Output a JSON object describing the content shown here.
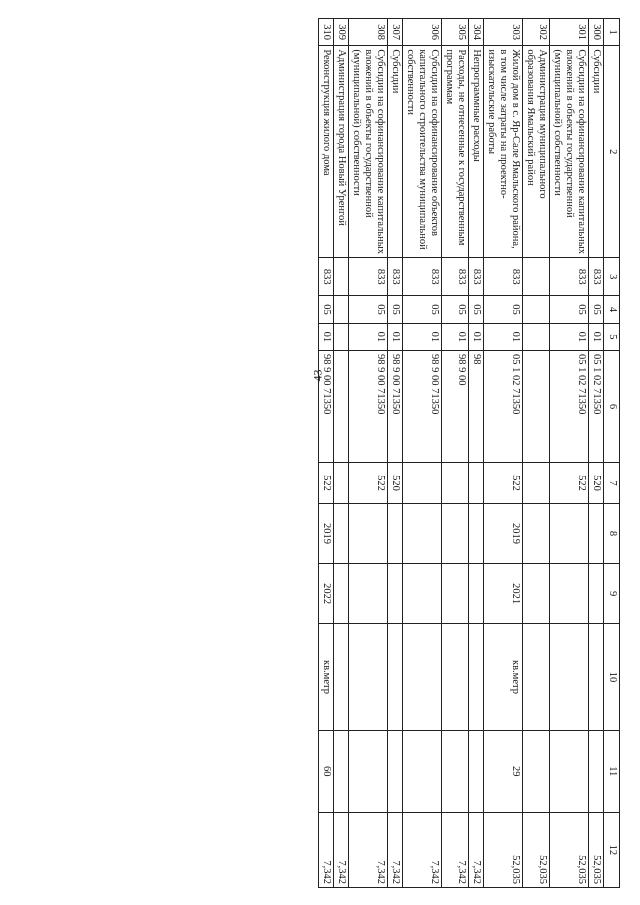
{
  "page": {
    "number": "43"
  },
  "table": {
    "headers": [
      "1",
      "2",
      "3",
      "4",
      "5",
      "6",
      "7",
      "8",
      "9",
      "10",
      "11",
      "12"
    ],
    "rows": [
      {
        "n": "300",
        "name": "Субсидии",
        "grbs": "833",
        "rz": "05",
        "pr": "01",
        "csr": "05 1 02 71350",
        "vr": "520",
        "year_start": "",
        "year_end": "",
        "unit": "",
        "power": "",
        "sum": "52,035"
      },
      {
        "n": "301",
        "name": "Субсидии на софинансирование капитальных вложений в объекты государственной (муниципальной) собственности",
        "grbs": "833",
        "rz": "05",
        "pr": "01",
        "csr": "05 1 02 71350",
        "vr": "522",
        "year_start": "",
        "year_end": "",
        "unit": "",
        "power": "",
        "sum": "52,035"
      },
      {
        "n": "302",
        "name": "Администрация муниципального образования Ямальский район",
        "grbs": "",
        "rz": "",
        "pr": "",
        "csr": "",
        "vr": "",
        "year_start": "",
        "year_end": "",
        "unit": "",
        "power": "",
        "sum": "52,035"
      },
      {
        "n": "303",
        "name": "Жилой дом в с. Яр-Сале Ямальского района, в том числе затраты на проектно-изыскательские работы",
        "grbs": "833",
        "rz": "05",
        "pr": "01",
        "csr": "05 1 02 71350",
        "vr": "522",
        "year_start": "2019",
        "year_end": "2021",
        "unit": "кв.метр",
        "power": "29",
        "sum": "52,035"
      },
      {
        "n": "304",
        "name": "Непрограммные расходы",
        "grbs": "833",
        "rz": "05",
        "pr": "01",
        "csr": "98",
        "vr": "",
        "year_start": "",
        "year_end": "",
        "unit": "",
        "power": "",
        "sum": "7,342"
      },
      {
        "n": "305",
        "name": "Расходы, не отнесенные к государственным программам",
        "grbs": "833",
        "rz": "05",
        "pr": "01",
        "csr": "98 9 00",
        "vr": "",
        "year_start": "",
        "year_end": "",
        "unit": "",
        "power": "",
        "sum": "7,342"
      },
      {
        "n": "306",
        "name": "Субсидии на софинансирование объектов капитального строительства муниципальной собственности",
        "grbs": "833",
        "rz": "05",
        "pr": "01",
        "csr": "98 9 00 71350",
        "vr": "",
        "year_start": "",
        "year_end": "",
        "unit": "",
        "power": "",
        "sum": "7,342"
      },
      {
        "n": "307",
        "name": "Субсидии",
        "grbs": "833",
        "rz": "05",
        "pr": "01",
        "csr": "98 9 00 71350",
        "vr": "520",
        "year_start": "",
        "year_end": "",
        "unit": "",
        "power": "",
        "sum": "7,342"
      },
      {
        "n": "308",
        "name": "Субсидии на софинансирование капитальных вложений в объекты государственной (муниципальной) собственности",
        "grbs": "833",
        "rz": "05",
        "pr": "01",
        "csr": "98 9 00 71350",
        "vr": "522",
        "year_start": "",
        "year_end": "",
        "unit": "",
        "power": "",
        "sum": "7,342"
      },
      {
        "n": "309",
        "name": "Администрация города Новый Уренгой",
        "grbs": "",
        "rz": "",
        "pr": "",
        "csr": "",
        "vr": "",
        "year_start": "",
        "year_end": "",
        "unit": "",
        "power": "",
        "sum": "7,342"
      },
      {
        "n": "310",
        "name": "Реконструкция жилого дома",
        "grbs": "833",
        "rz": "05",
        "pr": "01",
        "csr": "98 9 00 71350",
        "vr": "522",
        "year_start": "2019",
        "year_end": "2022",
        "unit": "кв.метр",
        "power": "60",
        "sum": "7,342"
      }
    ]
  }
}
